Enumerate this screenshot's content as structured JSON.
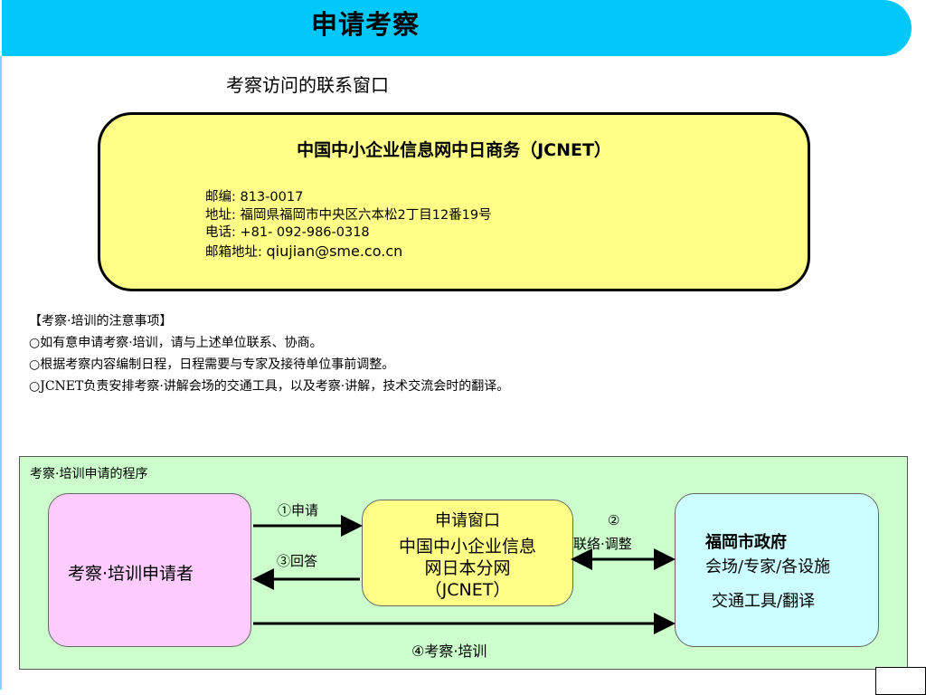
{
  "header": {
    "title": "申请考察"
  },
  "contact": {
    "heading": "考察访问的联系窗口",
    "org_name": "中国中小企业信息网中日商务（JCNET）",
    "postal_code": "邮编:  813-0017",
    "address": "地址:  福岡県福岡市中央区六本松2丁目12番19号",
    "phone": "电话:  +81- 092-986-0318",
    "email_label": "邮箱地址: ",
    "email": "qiujian@sme.co.cn"
  },
  "notes": {
    "heading": "【考察·培训的注意事项】",
    "items": [
      "○如有意申请考察·培训，请与上述单位联系、协商。",
      "○根据考察内容编制日程，日程需要与专家及接待单位事前调整。",
      "○JCNET负责安排考察·讲解会场的交通工具，以及考察·讲解，技术交流会时的翻译。"
    ]
  },
  "process": {
    "label": "考察·培训申请的程序",
    "applicant": "考察·培训申请者",
    "window": {
      "title": "申请窗口",
      "line1": "中国中小企业信息",
      "line2": "网日本分网",
      "line3": "（JCNET）"
    },
    "government": {
      "line1": "福岡市政府",
      "line2": "会场/专家/各设施",
      "line3": "交通工具/翻译"
    },
    "steps": {
      "apply": "①申请",
      "coordinate_num": "②",
      "coordinate": "联络·调整",
      "reply": "③回答",
      "visit": "④考察·培训"
    }
  },
  "colors": {
    "title_bar": "#00c8f8",
    "contact_box": "#ffff88",
    "process_bg": "#ccffcc",
    "applicant_box": "#ffccff",
    "window_box": "#ffff88",
    "government_box": "#ccffff"
  }
}
